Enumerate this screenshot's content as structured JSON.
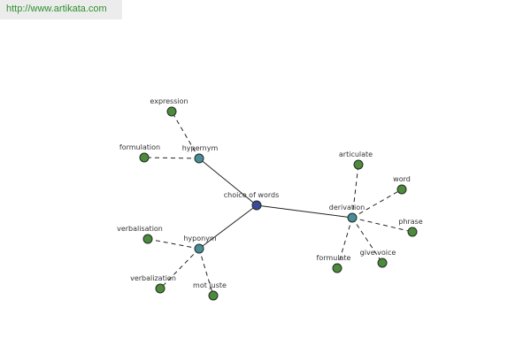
{
  "source_url": "http://www.artikata.com",
  "center": {
    "label": "choice of words",
    "color": "#3b4a9a"
  },
  "hubs": [
    {
      "id": "hypernym",
      "label": "hypernym",
      "color": "#4a8c9a",
      "children": [
        {
          "label": "expression",
          "color": "#4e8a3e"
        },
        {
          "label": "formulation",
          "color": "#4e8a3e"
        }
      ]
    },
    {
      "id": "hyponym",
      "label": "hyponym",
      "color": "#4a8c9a",
      "children": [
        {
          "label": "verbalisation",
          "color": "#4e8a3e"
        },
        {
          "label": "verbalization",
          "color": "#4e8a3e"
        },
        {
          "label": "mot juste",
          "color": "#4e8a3e"
        }
      ]
    },
    {
      "id": "derivation",
      "label": "derivation",
      "color": "#4a8c9a",
      "children": [
        {
          "label": "articulate",
          "color": "#4e8a3e"
        },
        {
          "label": "word",
          "color": "#4e8a3e"
        },
        {
          "label": "phrase",
          "color": "#4e8a3e"
        },
        {
          "label": "give voice",
          "color": "#4e8a3e"
        },
        {
          "label": "formulate",
          "color": "#4e8a3e"
        }
      ]
    }
  ]
}
